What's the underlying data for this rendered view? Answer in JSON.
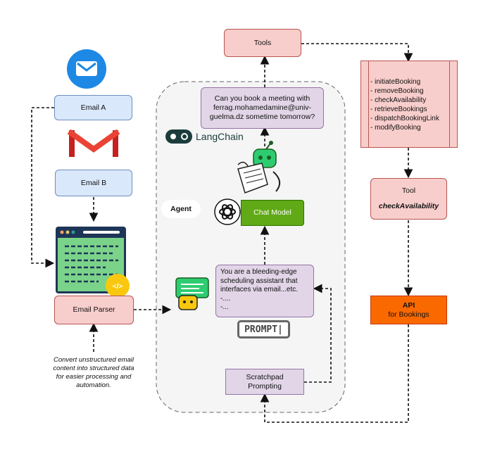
{
  "tools": {
    "label": "Tools"
  },
  "methods": {
    "items": [
      "- initiateBooking",
      "- removeBooking",
      "- checkAvailability",
      "- retrieveBookings",
      "- dispatchBookingLink",
      "- modifyBooking"
    ]
  },
  "tool_box": {
    "title": "Tool",
    "name": "checkAvailability"
  },
  "api_box": {
    "title": "API",
    "subtitle": "for Bookings"
  },
  "email_a": {
    "label": "Email A"
  },
  "email_b": {
    "label": "Email B"
  },
  "email_parser": {
    "label": "Email Parser"
  },
  "parser_note": {
    "lines": [
      "Convert unstructured email",
      "content into structured data",
      "for easier processing and",
      "automation."
    ]
  },
  "query": {
    "lines": [
      "Can you book a meeting with",
      "ferrag.mohamedamine@univ-",
      "guelma.dz sometime tomorrow?"
    ]
  },
  "langchain": {
    "label": "LangChain"
  },
  "agent": {
    "label": "Agent"
  },
  "chat_model": {
    "label": "Chat Model"
  },
  "prompt_text": {
    "lines": [
      "You are a bleeding-edge",
      "scheduling assistant that",
      "interfaces via email...etc.",
      "-....",
      "-..."
    ]
  },
  "prompt_badge": {
    "label": "PROMPT|"
  },
  "scratchpad": {
    "lines": [
      "Scratchpad",
      "Prompting"
    ]
  },
  "colors": {
    "pink": "#f8cecc",
    "blue": "#dae8fc",
    "purple": "#e1d5e7",
    "green": "#60a917",
    "orange": "#fa6800"
  }
}
